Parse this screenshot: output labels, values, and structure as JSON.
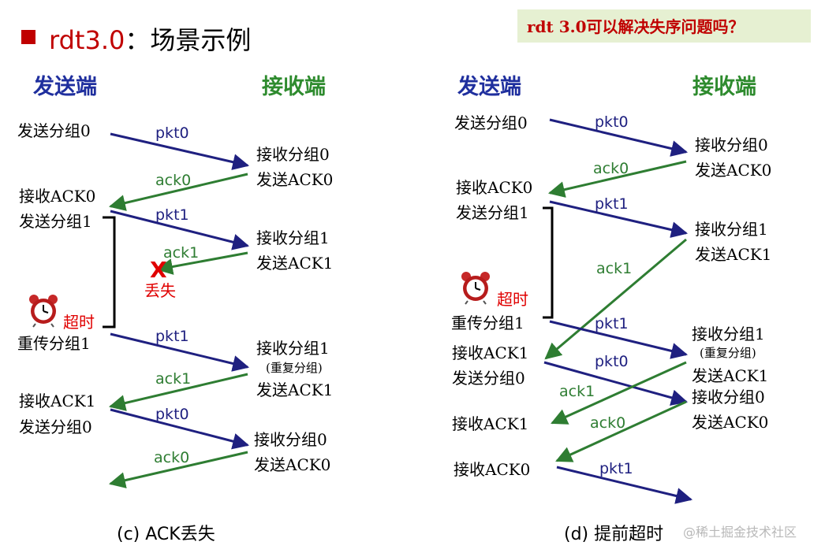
{
  "header": {
    "title_prefix": "rdt3.0",
    "title_suffix": "：场景示例",
    "question": "rdt 3.0可以解决失序问题吗？"
  },
  "colors": {
    "sender": "#1f2f9e",
    "receiver": "#2e8b2e",
    "pkt_arrow": "#1f2080",
    "ack_arrow": "#2e7d32",
    "alert": "#e00000",
    "title_accent": "#c00000"
  },
  "icons": {
    "timer": "alarm-clock-icon",
    "lost": "x-mark-icon"
  },
  "left": {
    "sender_header": "发送端",
    "receiver_header": "接收端",
    "caption": "(c) ACK丢失",
    "sender_events": [
      "发送分组0",
      "接收ACK0",
      "发送分组1",
      "重传分组1",
      "接收ACK1",
      "发送分组0"
    ],
    "receiver_events": [
      "接收分组0",
      "发送ACK0",
      "接收分组1",
      "发送ACK1",
      "接收分组1",
      "(重复分组)",
      "发送ACK1",
      "接收分组0",
      "发送ACK0"
    ],
    "msg_labels": [
      "pkt0",
      "ack0",
      "pkt1",
      "ack1",
      "pkt1",
      "ack1",
      "pkt0",
      "ack0"
    ],
    "lost_mark": "X",
    "lost_label": "丢失",
    "timeout_label": "超时"
  },
  "right": {
    "sender_header": "发送端",
    "receiver_header": "接收端",
    "caption": "(d) 提前超时",
    "sender_events": [
      "发送分组0",
      "接收ACK0",
      "发送分组1",
      "重传分组1",
      "接收ACK1",
      "发送分组0",
      "接收ACK1",
      "接收ACK0"
    ],
    "receiver_events": [
      "接收分组0",
      "发送ACK0",
      "接收分组1",
      "发送ACK1",
      "接收分组1",
      "(重复分组)",
      "发送ACK1",
      "接收分组0",
      "发送ACK0"
    ],
    "msg_labels": [
      "pkt0",
      "ack0",
      "pkt1",
      "ack1",
      "pkt1",
      "pkt0",
      "ack1",
      "ack0",
      "pkt1"
    ],
    "timeout_label": "超时"
  },
  "watermark": "@稀土掘金技术社区"
}
